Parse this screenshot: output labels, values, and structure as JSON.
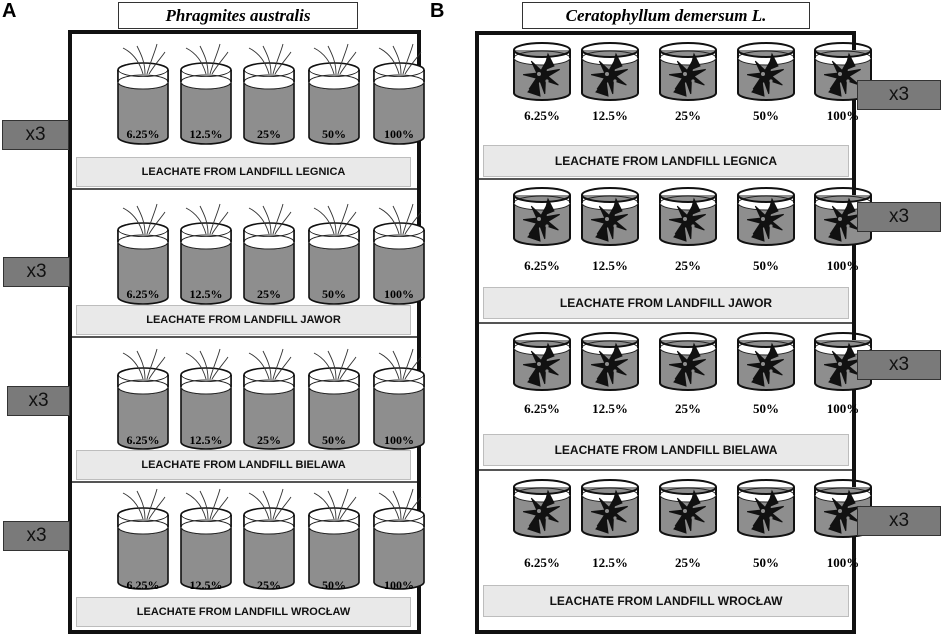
{
  "panels": [
    {
      "letter": "A",
      "species": "Phragmites australis",
      "plant_icon": "reed-sprout-icon",
      "rows": [
        {
          "label": "LEACHATE FROM LANDFILL LEGNICA",
          "replicates": "x3"
        },
        {
          "label": "LEACHATE FROM LANDFILL JAWOR",
          "replicates": "x3"
        },
        {
          "label": "LEACHATE FROM LANDFILL BIELAWA",
          "replicates": "x3"
        },
        {
          "label": "LEACHATE FROM LANDFILL WROCŁAW",
          "replicates": "x3"
        }
      ]
    },
    {
      "letter": "B",
      "species": "Ceratophyllum demersum L.",
      "plant_icon": "hornwort-plant-icon",
      "rows": [
        {
          "label": "LEACHATE FROM LANDFILL LEGNICA",
          "replicates": "x3"
        },
        {
          "label": "LEACHATE FROM LANDFILL JAWOR",
          "replicates": "x3"
        },
        {
          "label": "LEACHATE FROM LANDFILL BIELAWA",
          "replicates": "x3"
        },
        {
          "label": "LEACHATE FROM LANDFILL WROCŁAW",
          "replicates": "x3"
        }
      ]
    }
  ],
  "concentrations": [
    "6.25%",
    "12.5%",
    "25%",
    "50%",
    "100%"
  ],
  "colors": {
    "liquid": "#8e8e8e",
    "label_bar": "#e9e9e9",
    "rep_tag": "#7a7a7a",
    "frame": "#111111"
  }
}
